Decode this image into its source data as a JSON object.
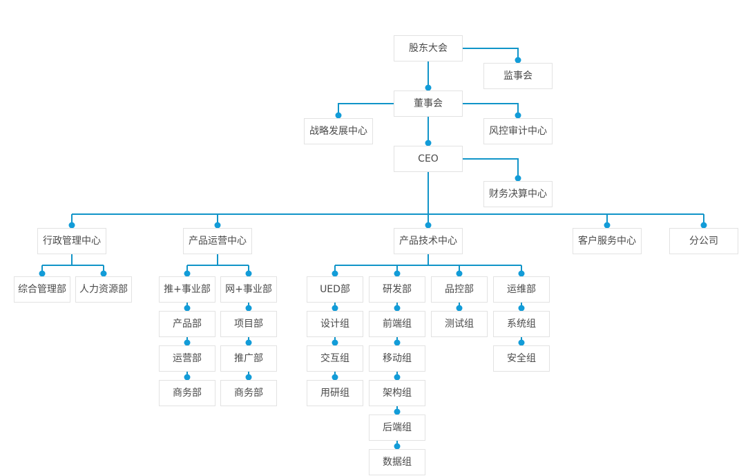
{
  "org": {
    "chart_name": "organization-structure-chart",
    "colors": {
      "line": "#1094c8",
      "dot": "#129cd8",
      "box_border": "#e2e2e2",
      "box_bg": "#ffffff",
      "text": "#4a4a4a",
      "page_bg": "#ffffff"
    },
    "nodes": [
      {
        "id": "shareholders_meeting",
        "label": "股东大会",
        "parent": null
      },
      {
        "id": "supervisory_board",
        "label": "监事会",
        "parent": "shareholders_meeting"
      },
      {
        "id": "board_of_directors",
        "label": "董事会",
        "parent": "shareholders_meeting"
      },
      {
        "id": "strategic_development_center",
        "label": "战略发展中心",
        "parent": "board_of_directors"
      },
      {
        "id": "risk_control_audit_center",
        "label": "风控审计中心",
        "parent": "board_of_directors"
      },
      {
        "id": "ceo",
        "label": "CEO",
        "parent": "board_of_directors"
      },
      {
        "id": "financial_settlement_center",
        "label": "财务决算中心",
        "parent": "ceo"
      },
      {
        "id": "administrative_management_center",
        "label": "行政管理中心",
        "parent": "ceo"
      },
      {
        "id": "product_operations_center",
        "label": "产品运营中心",
        "parent": "ceo"
      },
      {
        "id": "product_technology_center",
        "label": "产品技术中心",
        "parent": "ceo"
      },
      {
        "id": "customer_service_center",
        "label": "客户服务中心",
        "parent": "ceo"
      },
      {
        "id": "branch_company",
        "label": "分公司",
        "parent": "ceo"
      },
      {
        "id": "general_management_dept",
        "label": "综合管理部",
        "parent": "administrative_management_center"
      },
      {
        "id": "human_resources_dept",
        "label": "人力资源部",
        "parent": "administrative_management_center"
      },
      {
        "id": "tui_plus_business_dept",
        "label": "推+事业部",
        "parent": "product_operations_center"
      },
      {
        "id": "wang_plus_business_dept",
        "label": "网+事业部",
        "parent": "product_operations_center"
      },
      {
        "id": "product_dept",
        "label": "产品部",
        "parent": "tui_plus_business_dept"
      },
      {
        "id": "project_dept",
        "label": "项目部",
        "parent": "wang_plus_business_dept"
      },
      {
        "id": "operations_dept",
        "label": "运营部",
        "parent": "product_dept"
      },
      {
        "id": "promotion_dept",
        "label": "推广部",
        "parent": "project_dept"
      },
      {
        "id": "business_dept_left",
        "label": "商务部",
        "parent": "operations_dept"
      },
      {
        "id": "business_dept_right",
        "label": "商务部",
        "parent": "promotion_dept"
      },
      {
        "id": "ued_dept",
        "label": "UED部",
        "parent": "product_technology_center"
      },
      {
        "id": "rnd_dept",
        "label": "研发部",
        "parent": "product_technology_center"
      },
      {
        "id": "quality_control_dept",
        "label": "品控部",
        "parent": "product_technology_center"
      },
      {
        "id": "operations_maintenance_dept",
        "label": "运维部",
        "parent": "product_technology_center"
      },
      {
        "id": "design_group",
        "label": "设计组",
        "parent": "ued_dept"
      },
      {
        "id": "frontend_group",
        "label": "前端组",
        "parent": "rnd_dept"
      },
      {
        "id": "testing_group",
        "label": "测试组",
        "parent": "quality_control_dept"
      },
      {
        "id": "system_group",
        "label": "系统组",
        "parent": "operations_maintenance_dept"
      },
      {
        "id": "interaction_group",
        "label": "交互组",
        "parent": "design_group"
      },
      {
        "id": "mobile_group",
        "label": "移动组",
        "parent": "frontend_group"
      },
      {
        "id": "security_group",
        "label": "安全组",
        "parent": "system_group"
      },
      {
        "id": "user_research_group",
        "label": "用研组",
        "parent": "interaction_group"
      },
      {
        "id": "architecture_group",
        "label": "架构组",
        "parent": "mobile_group"
      },
      {
        "id": "backend_group",
        "label": "后端组",
        "parent": "architecture_group"
      },
      {
        "id": "data_group",
        "label": "数据组",
        "parent": "backend_group"
      }
    ]
  }
}
